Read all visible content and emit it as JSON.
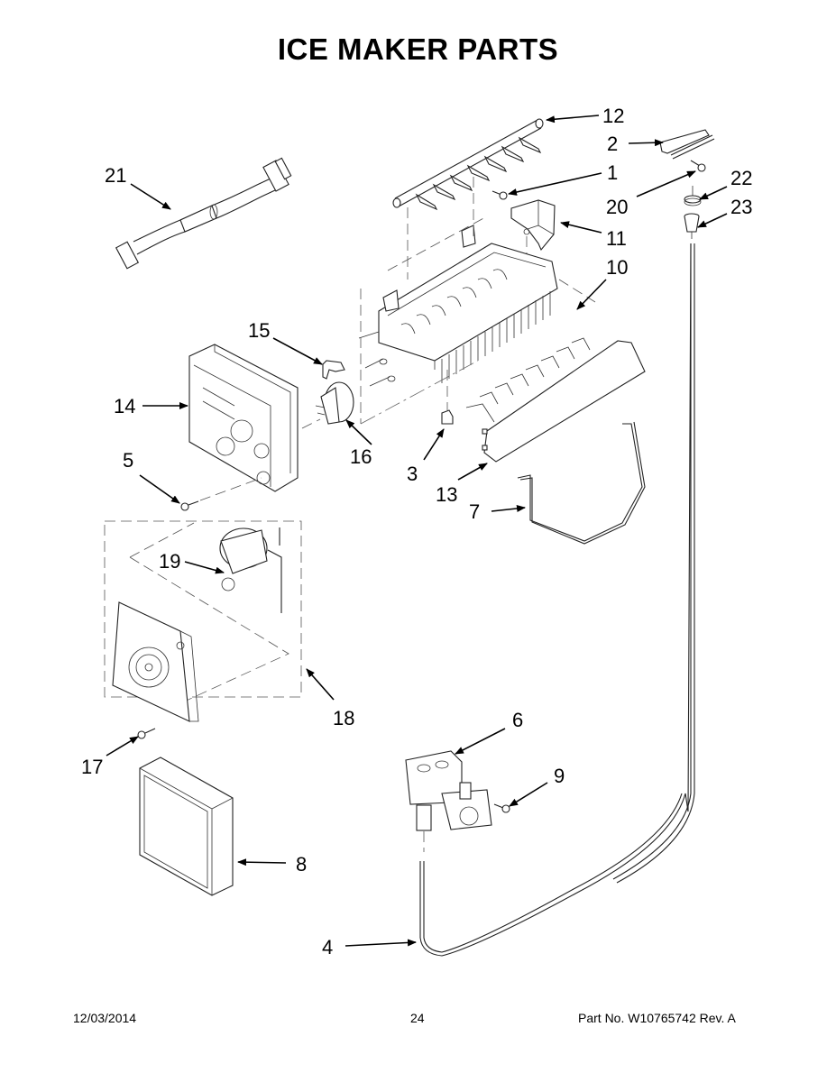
{
  "page": {
    "title": "ICE MAKER PARTS",
    "footer": {
      "date": "12/03/2014",
      "page_number": "24",
      "part_number": "Part No.  W10765742  Rev.  A"
    }
  },
  "callouts": [
    {
      "id": "1",
      "label": "1"
    },
    {
      "id": "2",
      "label": "2"
    },
    {
      "id": "3",
      "label": "3"
    },
    {
      "id": "4",
      "label": "4"
    },
    {
      "id": "5",
      "label": "5"
    },
    {
      "id": "6",
      "label": "6"
    },
    {
      "id": "7",
      "label": "7"
    },
    {
      "id": "8",
      "label": "8"
    },
    {
      "id": "9",
      "label": "9"
    },
    {
      "id": "10",
      "label": "10"
    },
    {
      "id": "11",
      "label": "11"
    },
    {
      "id": "12",
      "label": "12"
    },
    {
      "id": "13",
      "label": "13"
    },
    {
      "id": "14",
      "label": "14"
    },
    {
      "id": "15",
      "label": "15"
    },
    {
      "id": "16",
      "label": "16"
    },
    {
      "id": "17",
      "label": "17"
    },
    {
      "id": "18",
      "label": "18"
    },
    {
      "id": "19",
      "label": "19"
    },
    {
      "id": "20",
      "label": "20"
    },
    {
      "id": "21",
      "label": "21"
    },
    {
      "id": "22",
      "label": "22"
    },
    {
      "id": "23",
      "label": "23"
    }
  ],
  "parts": [
    {
      "name": "screw",
      "callout": "1"
    },
    {
      "name": "fill-cup-bracket",
      "callout": "2"
    },
    {
      "name": "clip",
      "callout": "3"
    },
    {
      "name": "water-tube-valve-to-fill-cup",
      "callout": "4"
    },
    {
      "name": "screw",
      "callout": "5"
    },
    {
      "name": "water-valve",
      "callout": "6"
    },
    {
      "name": "shutoff-arm",
      "callout": "7"
    },
    {
      "name": "cover",
      "callout": "8"
    },
    {
      "name": "screw",
      "callout": "9"
    },
    {
      "name": "ice-mold",
      "callout": "10"
    },
    {
      "name": "fill-cup",
      "callout": "11"
    },
    {
      "name": "ejector",
      "callout": "12"
    },
    {
      "name": "stripper",
      "callout": "13"
    },
    {
      "name": "control-module-housing",
      "callout": "14"
    },
    {
      "name": "clip",
      "callout": "15"
    },
    {
      "name": "thermostat",
      "callout": "16"
    },
    {
      "name": "screw",
      "callout": "17"
    },
    {
      "name": "motor-and-module-assembly",
      "callout": "18"
    },
    {
      "name": "motor",
      "callout": "19"
    },
    {
      "name": "screw",
      "callout": "20"
    },
    {
      "name": "wire-harness",
      "callout": "21"
    },
    {
      "name": "clamp",
      "callout": "22"
    },
    {
      "name": "grommet",
      "callout": "23"
    }
  ]
}
